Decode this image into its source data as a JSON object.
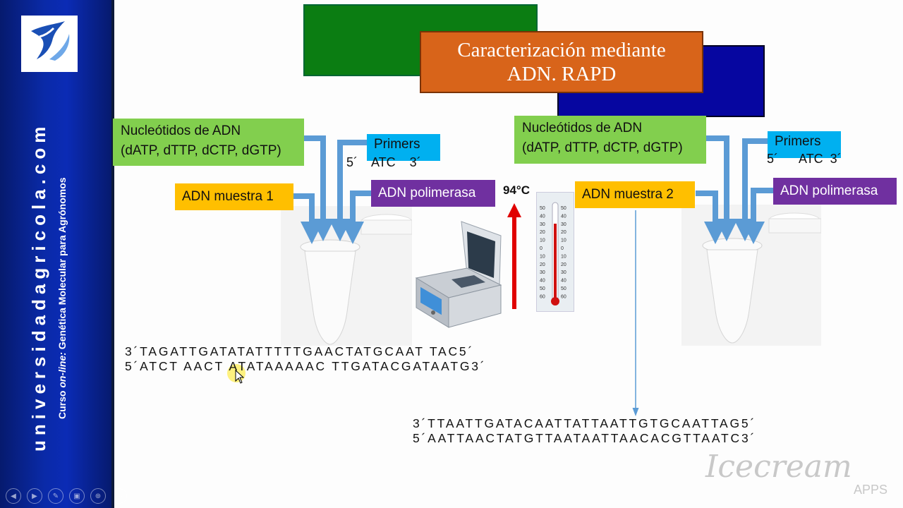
{
  "sidebar": {
    "site": "universidadagricola.com",
    "course_prefix": "Curso ",
    "course_online": "on-line:",
    "course_suffix": " Genética Molecular para Agrónomos"
  },
  "title": {
    "line1": "Caracterización mediante",
    "line2": "ADN. RAPD"
  },
  "left_panel": {
    "nucleotidos_line1": "Nucleótidos de ADN",
    "nucleotidos_line2": "(dATP, dTTP, dCTP, dGTP)",
    "primers": "Primers",
    "primer_seq": "5´    ATC    3´",
    "muestra": "ADN muestra 1",
    "polimerasa": "ADN polimerasa"
  },
  "right_panel": {
    "nucleotidos_line1": "Nucleótidos de ADN",
    "nucleotidos_line2": "(dATP, dTTP, dCTP, dGTP)",
    "primers": "Primers",
    "primer_seq": "5´      ATC  3´",
    "muestra": "ADN muestra 2",
    "polimerasa": "ADN polimerasa"
  },
  "temperature": "94°C",
  "thermometer_scale_left": [
    "50",
    "40",
    "30",
    "20",
    "10",
    "0",
    "10",
    "20",
    "30",
    "40",
    "50",
    "60"
  ],
  "thermometer_scale_right": [
    "50",
    "40",
    "30",
    "20",
    "10",
    "0",
    "10",
    "20",
    "30",
    "40",
    "50",
    "60"
  ],
  "dna1": {
    "top": "3´TAGATTGATATATTTTTGAACTATGCAAT TAC5´",
    "bottom": "5´ATCT AACT ATATAAAAAC TTGATACGATAATG3´"
  },
  "dna2": {
    "top": "3´TTAATTGATACAATTATTAATTGTGCAATTAG5´",
    "bottom": "5´AATTAACTATGTTAATAATTAACACGTTAATC3´"
  },
  "watermark": {
    "brand": "Icecream",
    "sub": "APPS"
  },
  "colors": {
    "green_box": "#82cf4e",
    "yellow_box": "#ffbf00",
    "cyan_box": "#00b0f0",
    "purple_box": "#7030a0",
    "title_orange": "#d8641a",
    "arrow_blue": "#5b9bd5",
    "temp_arrow": "#e00000"
  },
  "icons": {
    "nav": [
      "back-icon",
      "forward-icon",
      "pen-icon",
      "slides-icon",
      "zoom-icon",
      "more-icon"
    ]
  }
}
